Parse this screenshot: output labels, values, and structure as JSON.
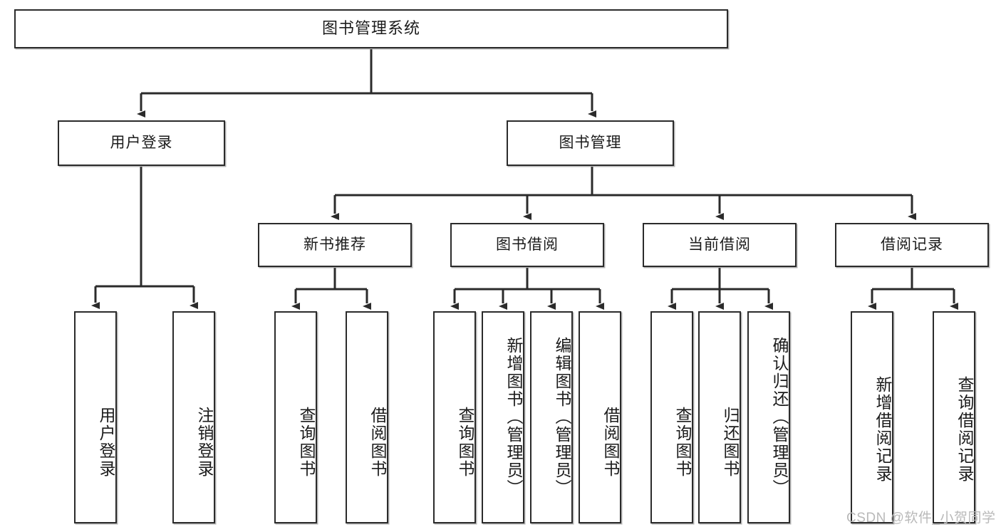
{
  "diagram": {
    "title": "图书管理系统",
    "type": "tree-hierarchy",
    "root": {
      "label": "图书管理系统"
    },
    "level2": [
      {
        "label": "用户登录"
      },
      {
        "label": "图书管理"
      }
    ],
    "level3": [
      {
        "label": "新书推荐"
      },
      {
        "label": "图书借阅"
      },
      {
        "label": "当前借阅"
      },
      {
        "label": "借阅记录"
      }
    ],
    "leaves": {
      "user_login": [
        {
          "label": "用户登录"
        },
        {
          "label": "注销登录"
        }
      ],
      "new_book_recommend": [
        {
          "label": "查询图书"
        },
        {
          "label": "借阅图书"
        }
      ],
      "book_borrow": [
        {
          "label": "查询图书"
        },
        {
          "label": "新增图书（管理员）"
        },
        {
          "label": "编辑图书（管理员）"
        },
        {
          "label": "借阅图书"
        }
      ],
      "current_borrow": [
        {
          "label": "查询图书"
        },
        {
          "label": "归还图书"
        },
        {
          "label": "确认归还（管理员）"
        }
      ],
      "borrow_record": [
        {
          "label": "新增借阅记录"
        },
        {
          "label": "查询借阅记录"
        }
      ]
    }
  },
  "watermark": {
    "text": "CSDN @软件_小贺同学"
  },
  "colors": {
    "stroke": "#2b2b2b",
    "fill": "#ffffff",
    "text": "#1b1b1b",
    "watermark": "#b9b9b9"
  }
}
